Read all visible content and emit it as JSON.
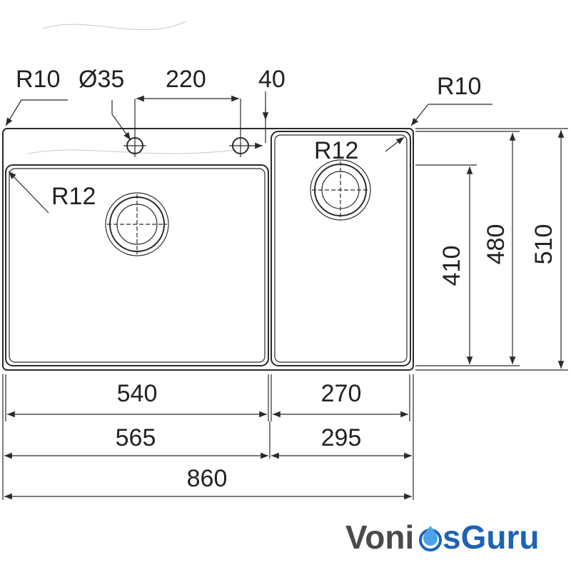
{
  "drawing": {
    "labels": {
      "r10_left": "R10",
      "hole_diameter": "Ø35",
      "hole_spacing": "220",
      "hole_offset": "40",
      "r10_right": "R10",
      "r12_left": "R12",
      "r12_right": "R12",
      "depth_inner": "410",
      "depth_bowl": "480",
      "depth_total": "510",
      "width_large_bowl": "540",
      "width_small_bowl": "270",
      "width_large_section": "565",
      "width_small_section": "295",
      "width_total": "860"
    }
  },
  "logo": {
    "part1": "Voni",
    "part2": "sGuru",
    "color_dark": "#4a4a4a",
    "color_blue": "#1e63b3"
  }
}
